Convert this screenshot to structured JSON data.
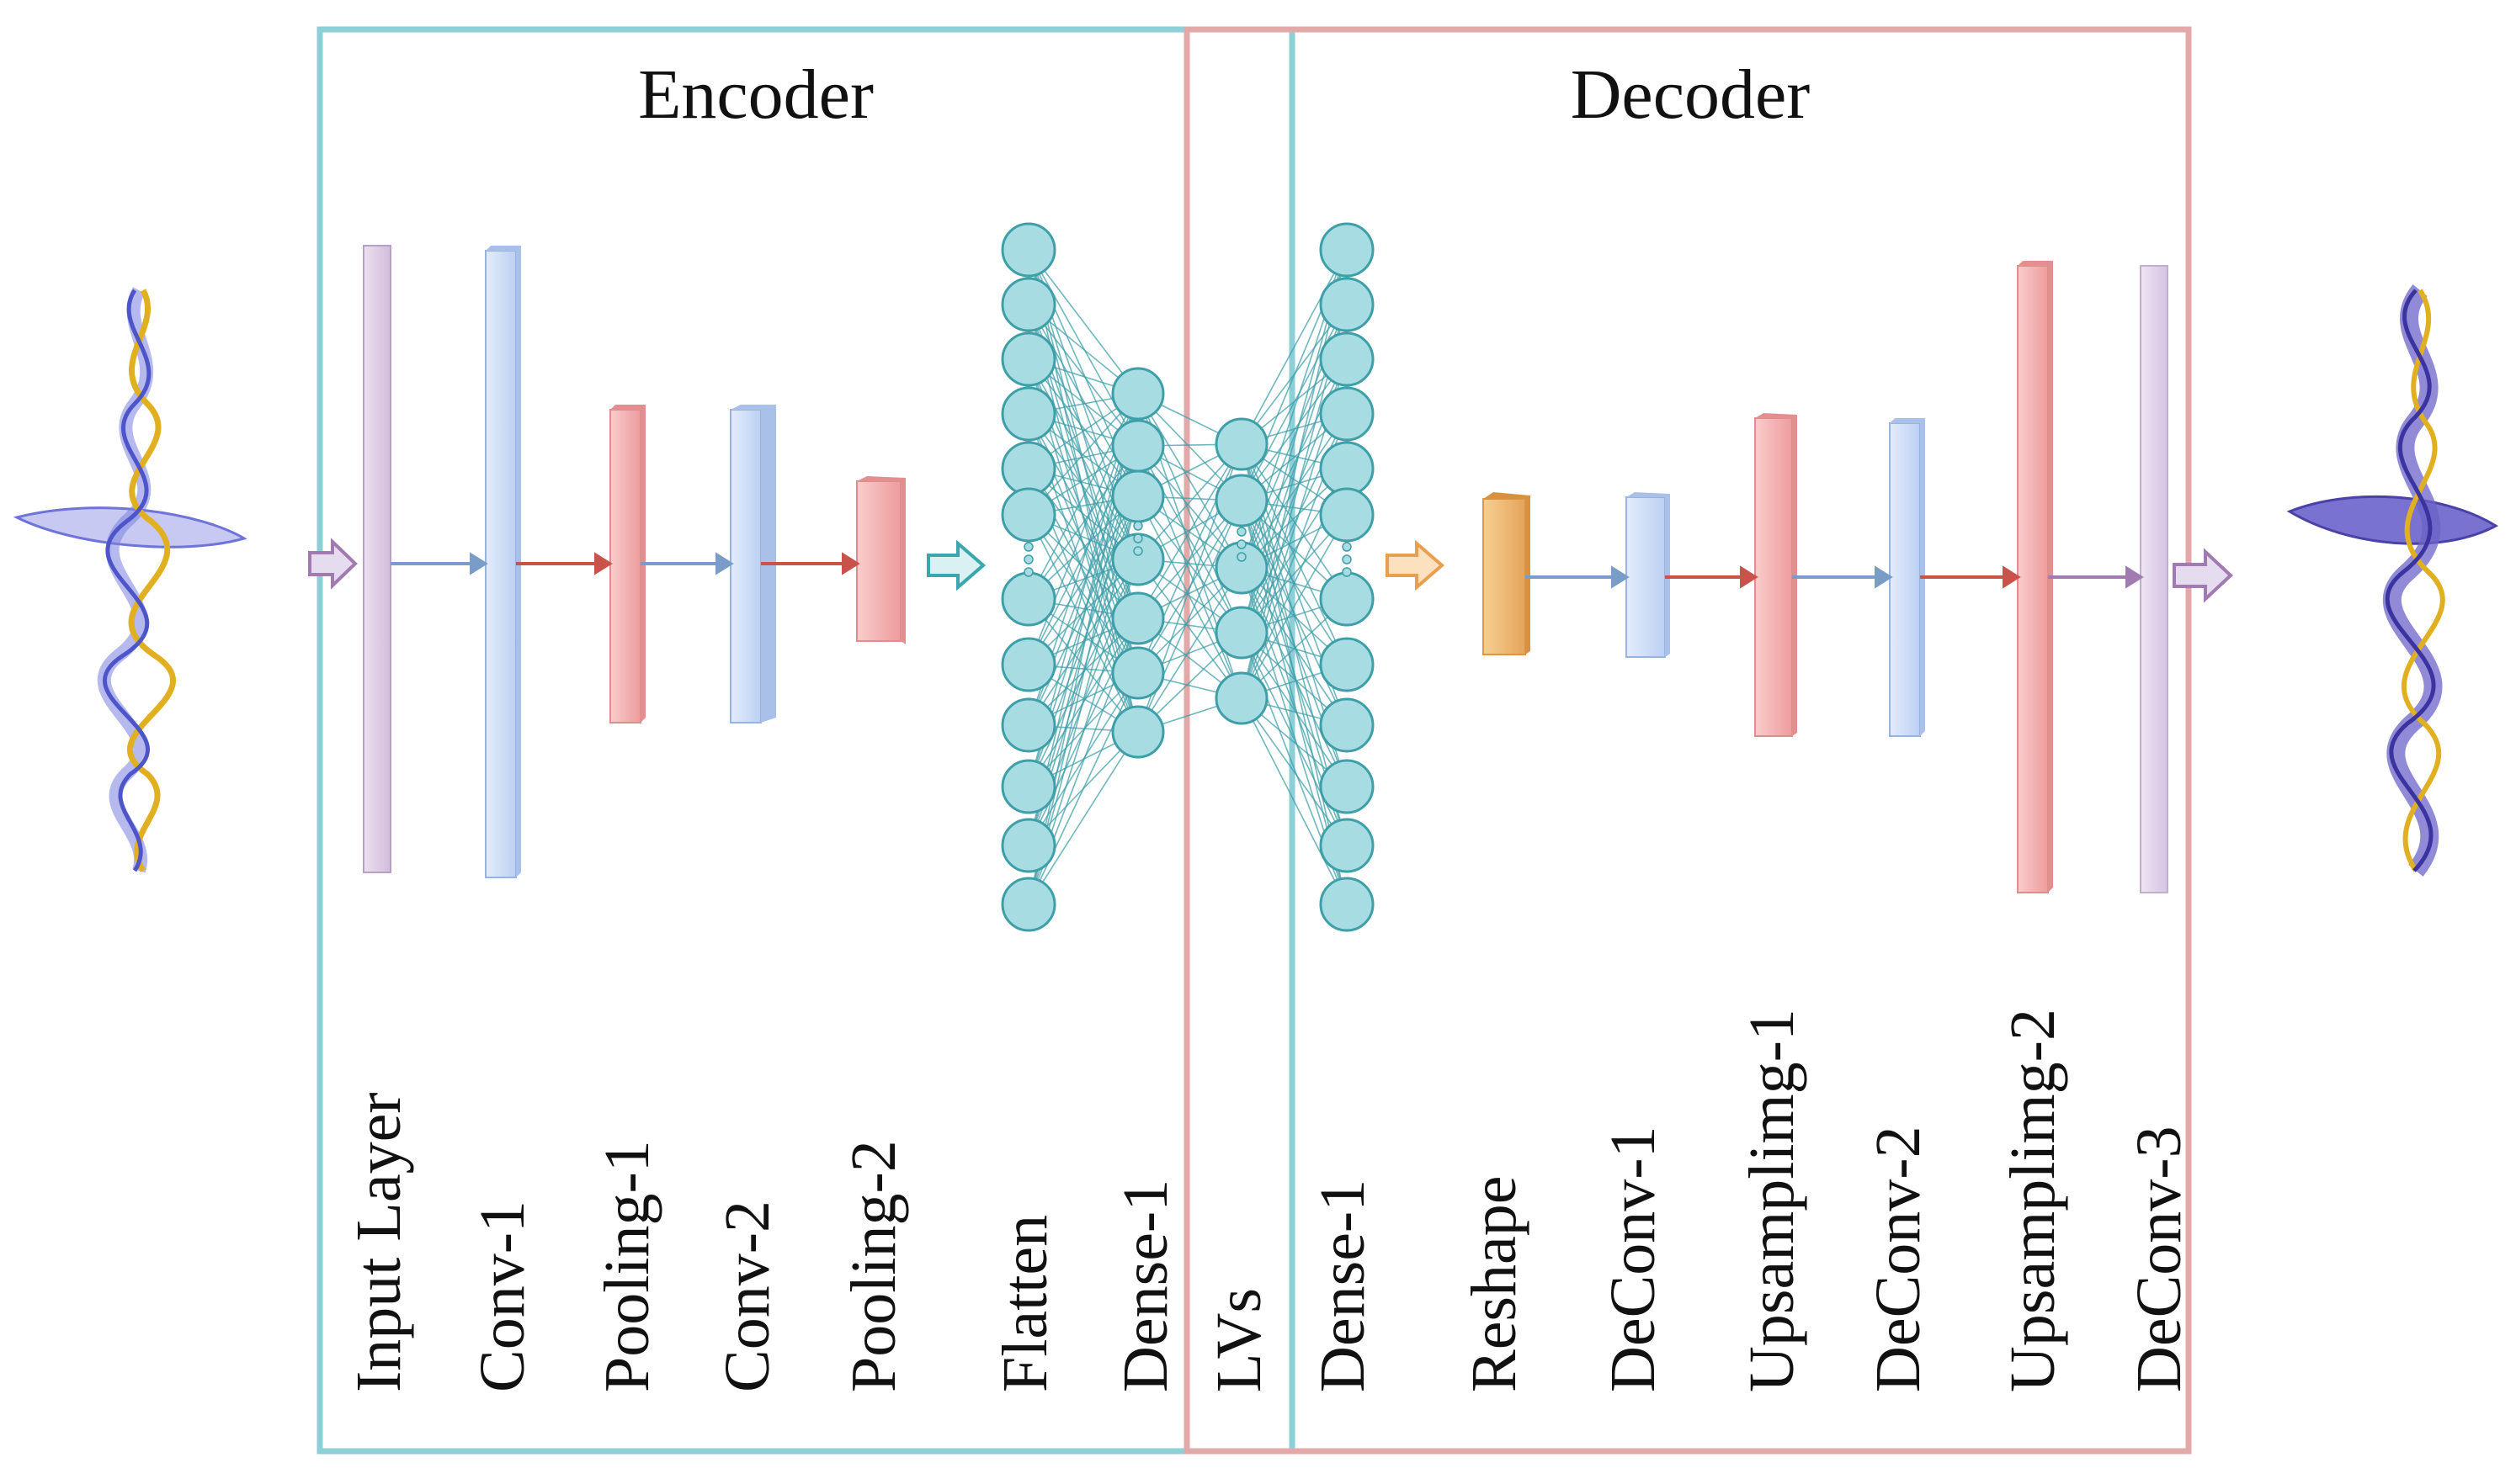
{
  "encoder": {
    "title": "Encoder",
    "frame_color": "#8ccfd6",
    "layers": [
      {
        "label": "Input Layer",
        "color": "#d9c6e0"
      },
      {
        "label": "Conv-1",
        "color": "#c6d8f6"
      },
      {
        "label": "Pooling-1",
        "color": "#f4b3b3"
      },
      {
        "label": "Conv-2",
        "color": "#c6d6f0"
      },
      {
        "label": "Pooling-2",
        "color": "#eea6a2"
      },
      {
        "label": "Flatten",
        "color": "#9fdbe0"
      },
      {
        "label": "Dense-1",
        "color": "#9fdbe0"
      }
    ]
  },
  "latent": {
    "label": "LVs",
    "color": "#9fdbe0"
  },
  "decoder": {
    "title": "Decoder",
    "frame_color": "#e3a9a9",
    "layers": [
      {
        "label": "Dense-1",
        "color": "#9fdbe0"
      },
      {
        "label": "Reshape",
        "color": "#f0b66e"
      },
      {
        "label": "DeConv-1",
        "color": "#c3d5f2"
      },
      {
        "label": "Upsamplimg-1",
        "color": "#f1a7a7"
      },
      {
        "label": "DeConv-2",
        "color": "#d6e4fa"
      },
      {
        "label": "Upsamplimg-2",
        "color": "#f6a9ab"
      },
      {
        "label": "DeConv-3",
        "color": "#ddd0e8"
      }
    ]
  },
  "colors": {
    "blue_arrow": "#7a9cc9",
    "red_arrow": "#c9524a",
    "purple_arrow": "#a07ab0",
    "teal_arrow": "#3aa6ad",
    "orange_arrow": "#e8a050",
    "neuron_fill": "#a7dde2",
    "neuron_stroke": "#3f9fa8",
    "wave_blue": "#6f74d8",
    "wave_gold": "#e0b020"
  }
}
